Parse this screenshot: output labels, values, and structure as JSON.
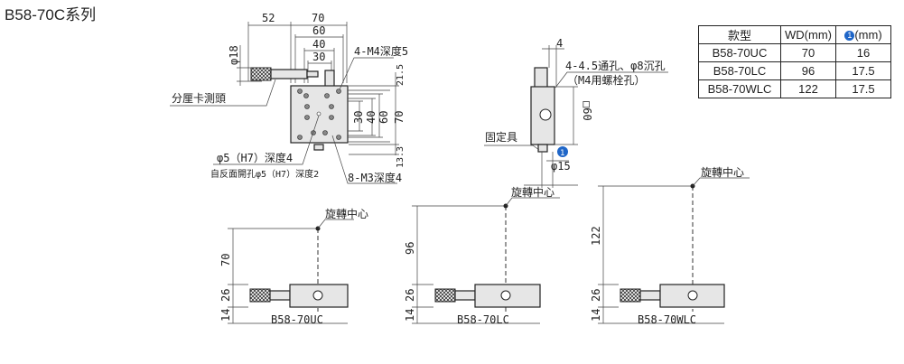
{
  "title": "B58-70C系列",
  "top_view": {
    "dim_52": "52",
    "dim_70": "70",
    "dim_60": "60",
    "dim_40": "40",
    "dim_30": "30",
    "dim_phi18": "φ18",
    "dim_21_5": "21.5",
    "dim_70v": "70",
    "dim_13_3": "13.3",
    "dim_30v": "30",
    "dim_40v": "40",
    "dim_60v": "60",
    "label_m4": "4-M4深度5",
    "label_micrometer": "分厘卡測頭",
    "label_hole": "φ5（H7）深度4",
    "label_hole_back": "自反面開孔φ5（H7）深度2",
    "label_m3": "8-M3深度4"
  },
  "side_view": {
    "dim_4": "4",
    "label_holes": "4-4.5通孔、φ8沉孔",
    "label_bolt": "（M4用螺栓孔）",
    "dim_sq60": "□60",
    "label_fixture": "固定具",
    "marker": "1",
    "dim_phi15": "φ15"
  },
  "table": {
    "headers": [
      "款型",
      "WD(mm)",
      "(mm)"
    ],
    "header_marker": "1",
    "rows": [
      [
        "B58-70UC",
        "70",
        "16"
      ],
      [
        "B58-70LC",
        "96",
        "17.5"
      ],
      [
        "B58-70WLC",
        "122",
        "17.5"
      ]
    ]
  },
  "front_views": [
    {
      "label": "B58-70UC",
      "center_label": "旋轉中心",
      "wd": "70",
      "h26": "26",
      "h14": "14"
    },
    {
      "label": "B58-70LC",
      "center_label": "旋轉中心",
      "wd": "96",
      "h26": "26",
      "h14": "14"
    },
    {
      "label": "B58-70WLC",
      "center_label": "旋轉中心",
      "wd": "122",
      "h26": "26",
      "h14": "14"
    }
  ],
  "colors": {
    "marker": "#1f66c8"
  }
}
